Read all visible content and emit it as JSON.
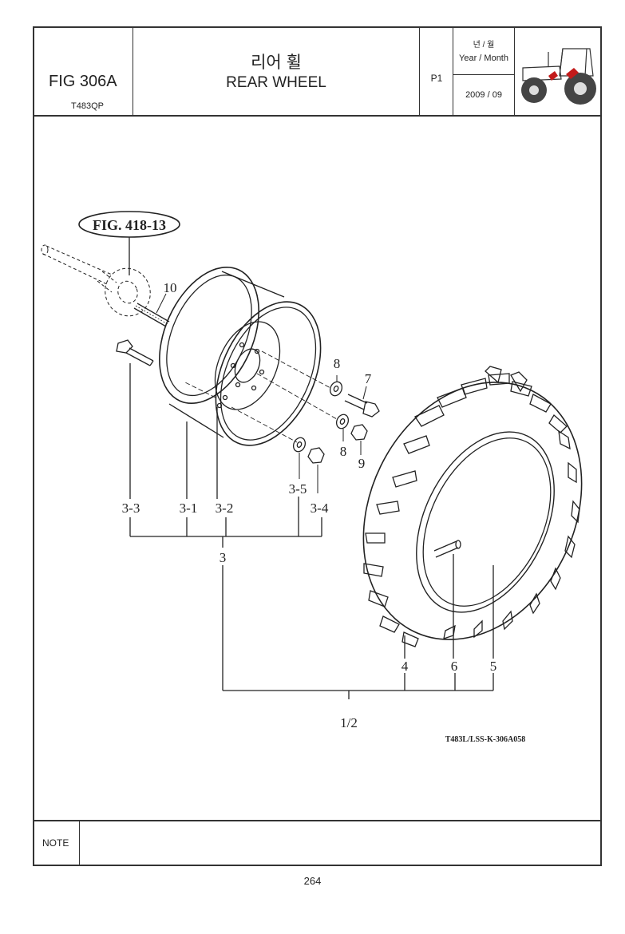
{
  "header": {
    "fig_no": "FIG 306A",
    "model": "T483QP",
    "title_ko": "리어 휠",
    "title_en": "REAR WHEEL",
    "page": "P1",
    "year_month_ko": "년 / 월",
    "year_month_en": "Year / Month",
    "date": "2009 / 09"
  },
  "diagram": {
    "fig_ref": "FIG. 418-13",
    "drawing_code": "T483L/LSS-K-306A058",
    "callouts": {
      "c10": "10",
      "c8a": "8",
      "c7": "7",
      "c8b": "8",
      "c9": "9",
      "c35": "3-5",
      "c33": "3-3",
      "c31": "3-1",
      "c32": "3-2",
      "c34": "3-4",
      "c3": "3",
      "c4": "4",
      "c6": "6",
      "c5": "5",
      "c12": "1/2"
    }
  },
  "note": {
    "label": "NOTE"
  },
  "footer": {
    "page_number": "264"
  }
}
